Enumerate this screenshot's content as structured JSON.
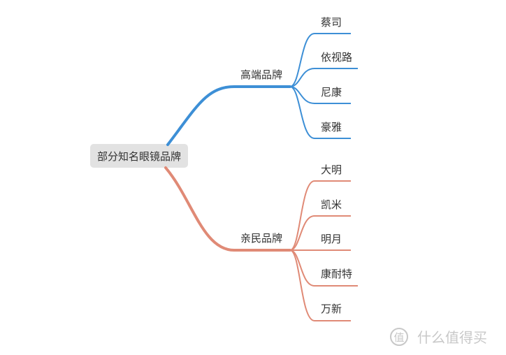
{
  "root": {
    "label": "部分知名眼镜品牌"
  },
  "branches": [
    {
      "label": "高端品牌",
      "color": "#3d8fd6",
      "children": [
        "蔡司",
        "依视路",
        "尼康",
        "豪雅"
      ]
    },
    {
      "label": "亲民品牌",
      "color": "#e08a76",
      "children": [
        "大明",
        "凯米",
        "明月",
        "康耐特",
        "万新"
      ]
    }
  ],
  "watermark": {
    "text": "什么值得买",
    "icon": "zhi-logo-icon"
  },
  "colors": {
    "root_bg": "#e2e2e2",
    "text": "#333333",
    "watermark": "#c8c8c8"
  }
}
